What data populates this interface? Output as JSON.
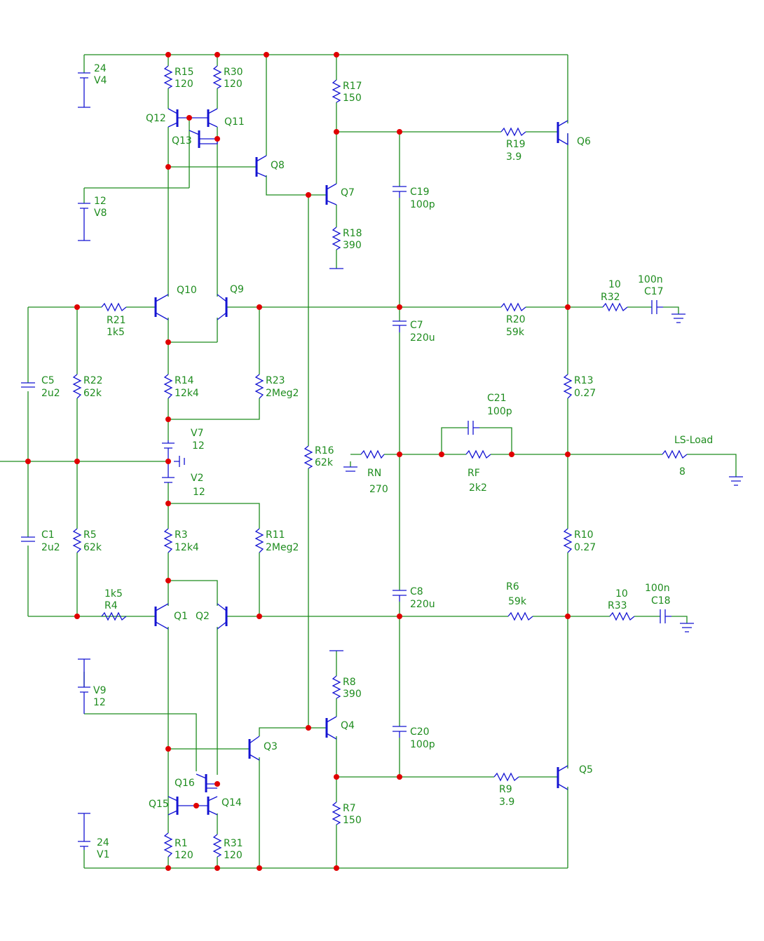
{
  "components": {
    "v4": {
      "value": "24",
      "ref": "V4"
    },
    "v8": {
      "value": "12",
      "ref": "V8"
    },
    "v7": {
      "ref": "V7",
      "value": "12"
    },
    "v2": {
      "ref": "V2",
      "value": "12"
    },
    "v9": {
      "ref": "V9",
      "value": "12"
    },
    "v1": {
      "value": "24",
      "ref": "V1"
    },
    "r15": {
      "ref": "R15",
      "value": "120"
    },
    "r30": {
      "ref": "R30",
      "value": "120"
    },
    "r17": {
      "ref": "R17",
      "value": "150"
    },
    "r19": {
      "ref": "R19",
      "value": "3.9"
    },
    "r18": {
      "ref": "R18",
      "value": "390"
    },
    "r21": {
      "ref": "R21",
      "value": "1k5"
    },
    "r20": {
      "ref": "R20",
      "value": "59k"
    },
    "r32": {
      "value": "10",
      "ref": "R32"
    },
    "c17": {
      "value": "100n",
      "ref": "C17"
    },
    "c5": {
      "ref": "C5",
      "value": "2u2"
    },
    "r22": {
      "ref": "R22",
      "value": "62k"
    },
    "r14": {
      "ref": "R14",
      "value": "12k4"
    },
    "r23": {
      "ref": "R23",
      "value": "2Meg2"
    },
    "c7": {
      "ref": "C7",
      "value": "220u"
    },
    "r13": {
      "ref": "R13",
      "value": "0.27"
    },
    "c21": {
      "ref": "C21",
      "value": "100p"
    },
    "c19": {
      "ref": "C19",
      "value": "100p"
    },
    "r16": {
      "ref": "R16",
      "value": "62k"
    },
    "rn": {
      "ref": "RN",
      "value": "270"
    },
    "rf": {
      "ref": "RF",
      "value": "2k2"
    },
    "lsload": {
      "ref": "LS-Load",
      "value": "8"
    },
    "c1": {
      "ref": "C1",
      "value": "2u2"
    },
    "r5": {
      "ref": "R5",
      "value": "62k"
    },
    "r3": {
      "ref": "R3",
      "value": "12k4"
    },
    "r11": {
      "ref": "R11",
      "value": "2Meg2"
    },
    "r10": {
      "ref": "R10",
      "value": "0.27"
    },
    "r4": {
      "value": "1k5",
      "ref": "R4"
    },
    "c8": {
      "ref": "C8",
      "value": "220u"
    },
    "r6": {
      "ref": "R6",
      "value": "59k"
    },
    "r33": {
      "value": "10",
      "ref": "R33"
    },
    "c18": {
      "value": "100n",
      "ref": "C18"
    },
    "r8": {
      "ref": "R8",
      "value": "390"
    },
    "c20": {
      "ref": "C20",
      "value": "100p"
    },
    "r9": {
      "ref": "R9",
      "value": "3.9"
    },
    "r7": {
      "ref": "R7",
      "value": "150"
    },
    "r1": {
      "ref": "R1",
      "value": "120"
    },
    "r31": {
      "ref": "R31",
      "value": "120"
    }
  },
  "transistors": {
    "q12": "Q12",
    "q11": "Q11",
    "q13": "Q13",
    "q8": "Q8",
    "q7": "Q7",
    "q6": "Q6",
    "q10": "Q10",
    "q9": "Q9",
    "q1": "Q1",
    "q2": "Q2",
    "q4": "Q4",
    "q3": "Q3",
    "q16": "Q16",
    "q15": "Q15",
    "q14": "Q14",
    "q5": "Q5"
  },
  "colors": {
    "wire": "#1e8c1e",
    "component": "#1414d2",
    "junction": "#e00000",
    "text": "#1e8c1e"
  }
}
